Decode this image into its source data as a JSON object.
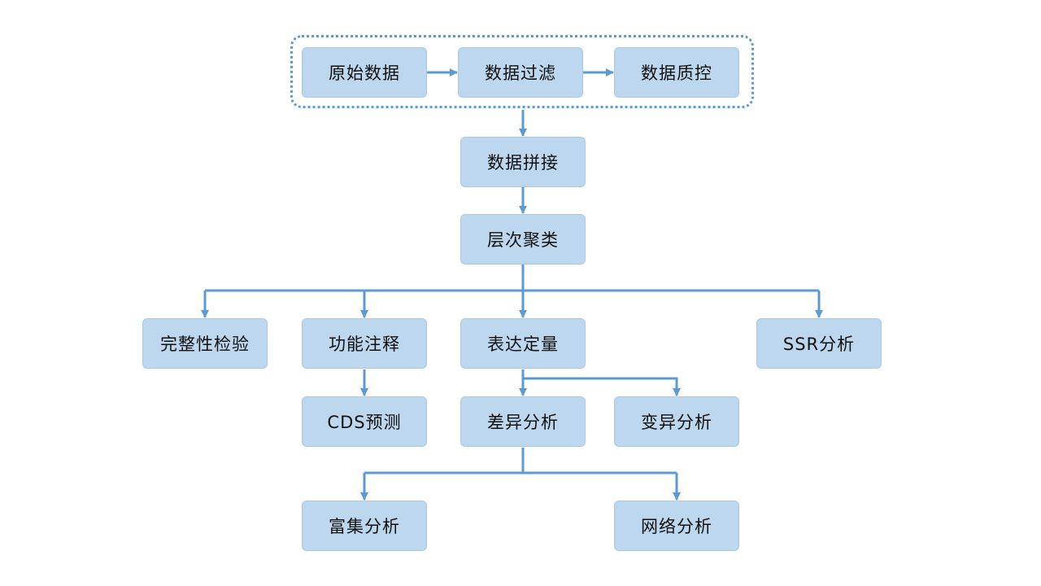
{
  "nodes": {
    "raw": "原始数据",
    "filter": "数据过滤",
    "qc": "数据质控",
    "assembly": "数据拼接",
    "cluster": "层次聚类",
    "busco": "完整性检验",
    "annotation": "功能注释",
    "expression": "表达定量",
    "ssr": "SSR分析",
    "cds": "CDS预测",
    "diff": "差异分析",
    "variation": "变异分析",
    "enrichment": "富集分析",
    "network": "网络分析"
  },
  "colors": {
    "node_fill": "#bdd7ee",
    "connector": "#5b9bd5"
  }
}
